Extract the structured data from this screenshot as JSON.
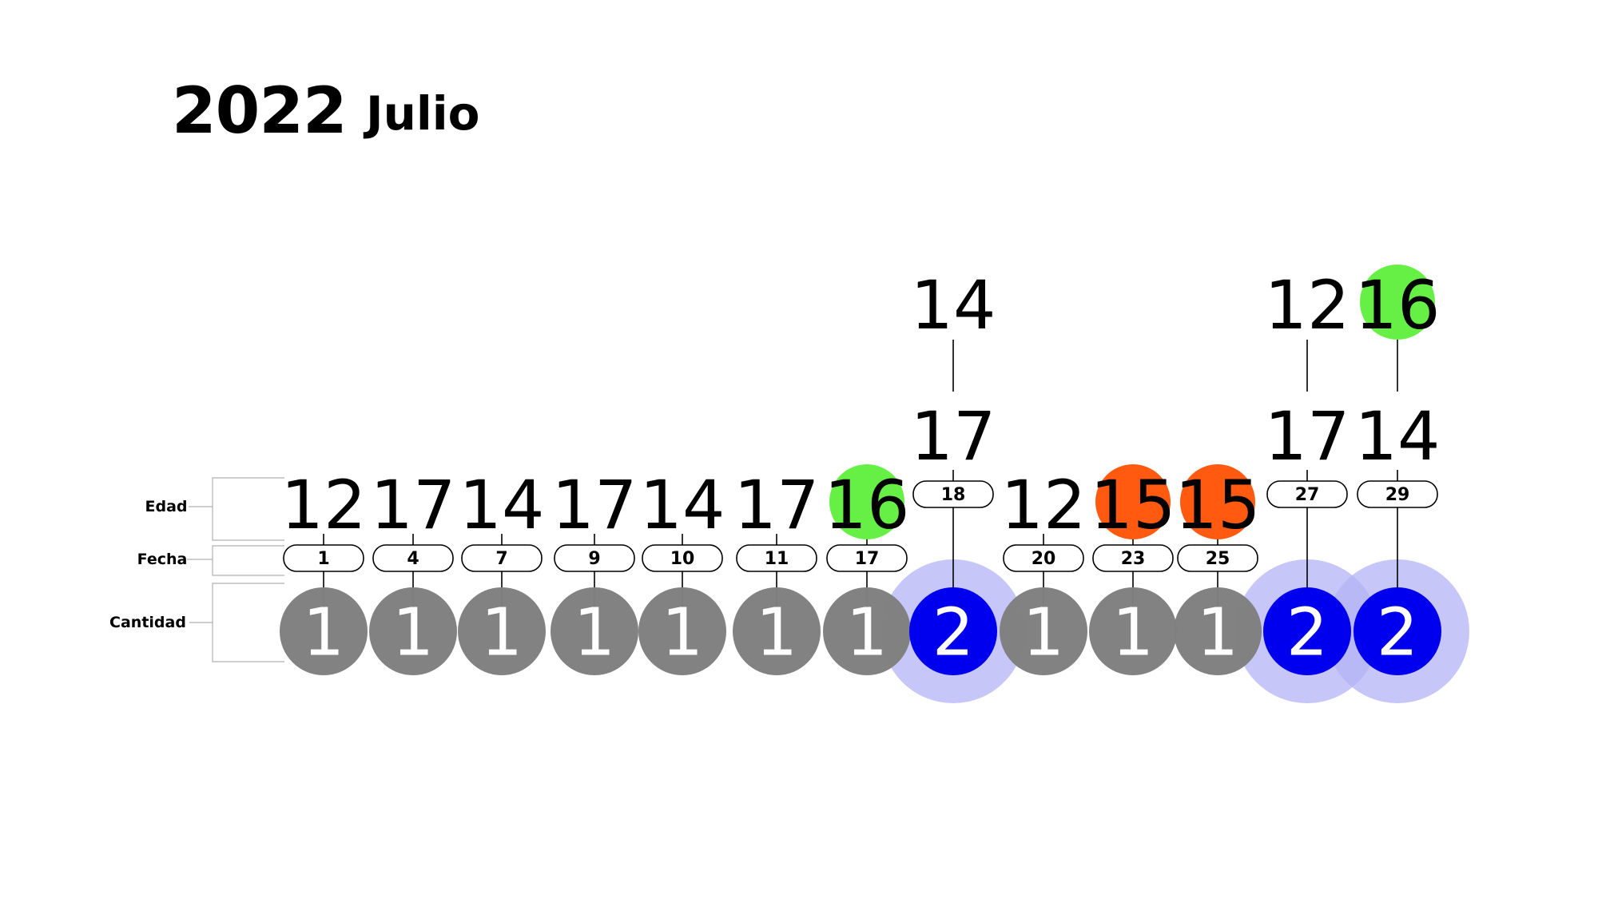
{
  "title": {
    "year": "2022",
    "month": "Julio"
  },
  "row_labels": {
    "age": "Edad",
    "date": "Fecha",
    "count": "Cantidad"
  },
  "colors": {
    "count_single": "#808080",
    "count_double": "#0000ee",
    "count_double_halo": "#b3b3f5",
    "age_green": "#66f046",
    "age_orange": "#ff5a0f",
    "stroke": "#000000"
  },
  "events": [
    {
      "date": "1",
      "count": "1",
      "ages": [
        {
          "value": "12"
        }
      ]
    },
    {
      "date": "4",
      "count": "1",
      "ages": [
        {
          "value": "17"
        }
      ]
    },
    {
      "date": "7",
      "count": "1",
      "ages": [
        {
          "value": "14"
        }
      ]
    },
    {
      "date": "9",
      "count": "1",
      "ages": [
        {
          "value": "17"
        }
      ]
    },
    {
      "date": "10",
      "count": "1",
      "ages": [
        {
          "value": "14"
        }
      ]
    },
    {
      "date": "11",
      "count": "1",
      "ages": [
        {
          "value": "17"
        }
      ]
    },
    {
      "date": "17",
      "count": "1",
      "ages": [
        {
          "value": "16",
          "highlight": "green"
        }
      ]
    },
    {
      "date": "18",
      "count": "2",
      "ages": [
        {
          "value": "17"
        },
        {
          "value": "14"
        }
      ]
    },
    {
      "date": "20",
      "count": "1",
      "ages": [
        {
          "value": "12"
        }
      ]
    },
    {
      "date": "23",
      "count": "1",
      "ages": [
        {
          "value": "15",
          "highlight": "orange"
        }
      ]
    },
    {
      "date": "25",
      "count": "1",
      "ages": [
        {
          "value": "15",
          "highlight": "orange"
        }
      ]
    },
    {
      "date": "27",
      "count": "2",
      "ages": [
        {
          "value": "17"
        },
        {
          "value": "12"
        }
      ]
    },
    {
      "date": "29",
      "count": "2",
      "ages": [
        {
          "value": "14"
        },
        {
          "value": "16",
          "highlight": "green"
        }
      ]
    }
  ]
}
